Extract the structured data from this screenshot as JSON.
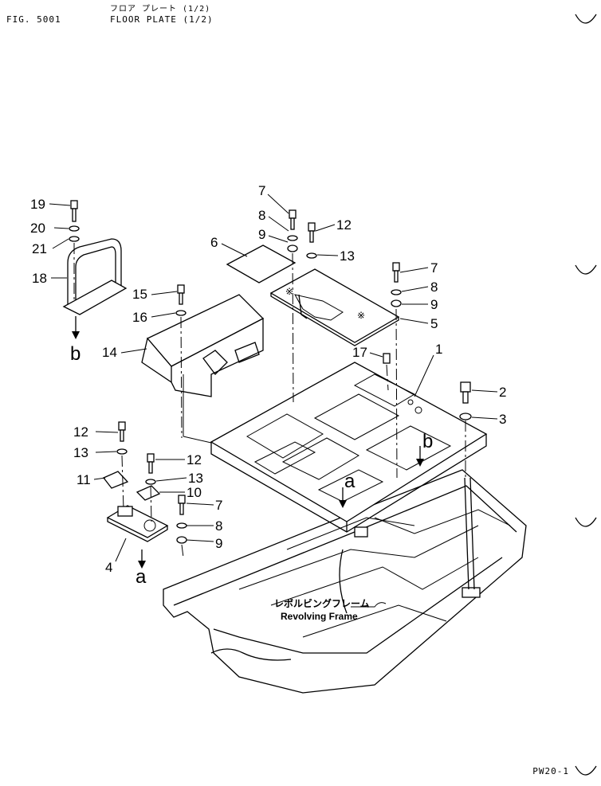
{
  "header": {
    "fig_number": "FIG. 5001",
    "title_jp": "フロア プレート (1/2)",
    "title_en": "FLOOR PLATE (1/2)"
  },
  "footer": {
    "page_code": "PW20-1"
  },
  "frame_label": {
    "jp": "レボルビングフレーム",
    "en": "Revolving Frame"
  },
  "callouts": {
    "p1": "1",
    "p2": "2",
    "p3": "3",
    "p4": "4",
    "p5": "5",
    "p6": "6",
    "p7a": "7",
    "p7b": "7",
    "p7c": "7",
    "p8a": "8",
    "p8b": "8",
    "p8c": "8",
    "p9a": "9",
    "p9b": "9",
    "p9c": "9",
    "p10": "10",
    "p11": "11",
    "p12a": "12",
    "p12b": "12",
    "p12c": "12",
    "p13a": "13",
    "p13b": "13",
    "p13c": "13",
    "p14": "14",
    "p15": "15",
    "p16": "16",
    "p17": "17",
    "p18": "18",
    "p19": "19",
    "p20": "20",
    "p21": "21"
  },
  "references": {
    "a1": "a",
    "a2": "a",
    "b1": "b",
    "b2": "b"
  }
}
